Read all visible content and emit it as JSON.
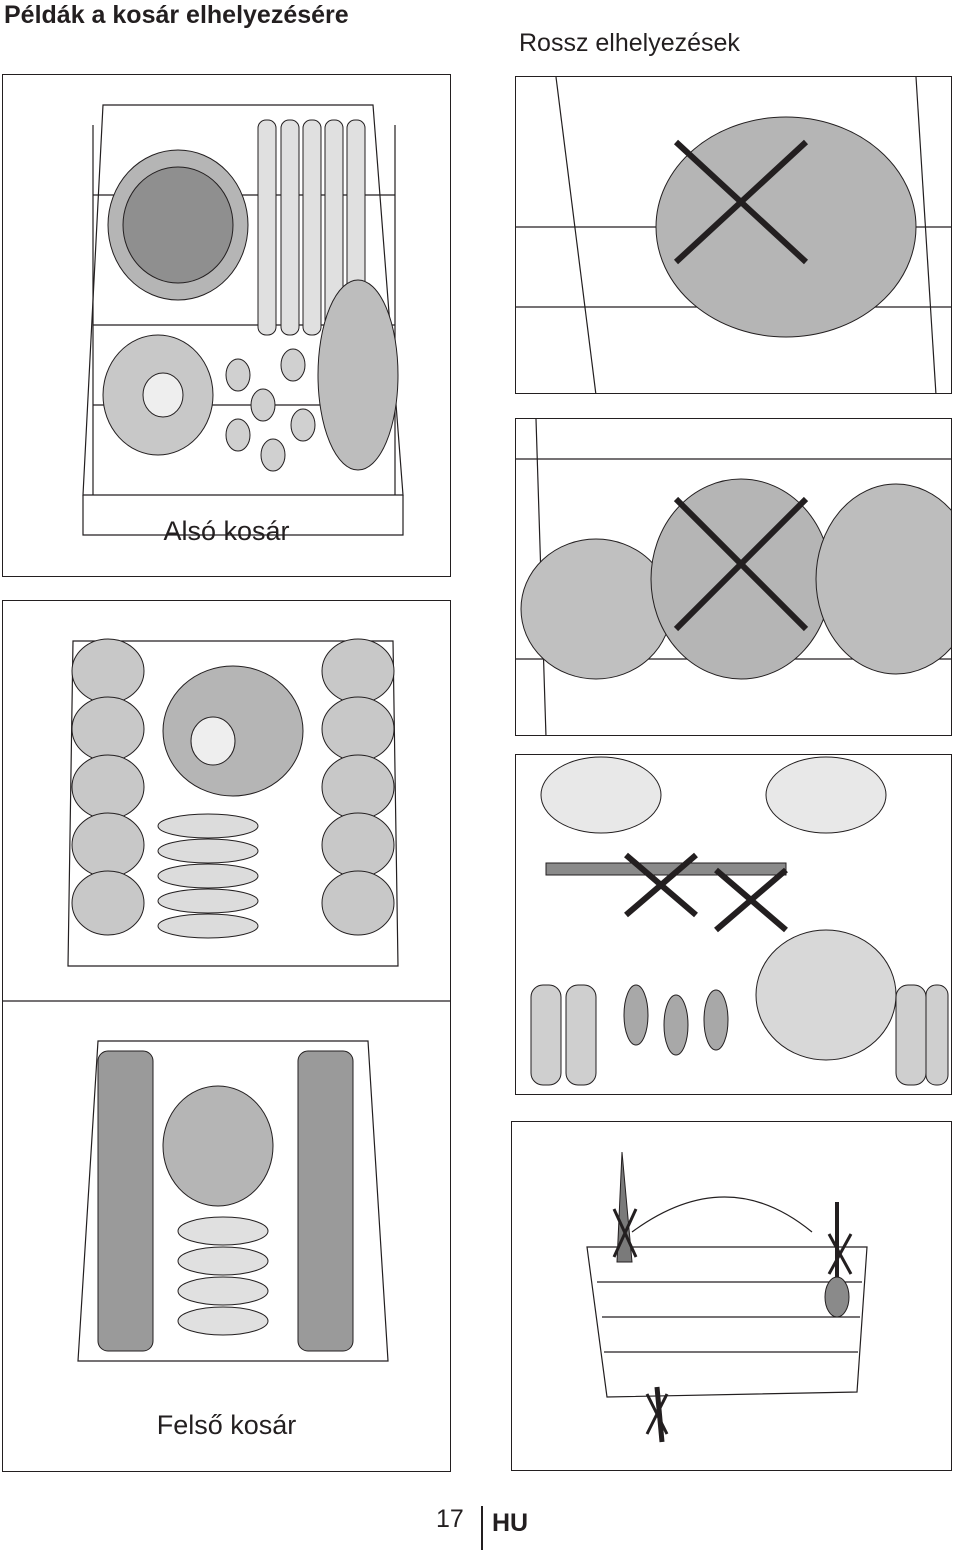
{
  "header": {
    "title": "Példák a kosár elhelyezésére",
    "wrong_title": "Rossz elhelyezések"
  },
  "panels": {
    "lower_basket_label": "Alsó kosár",
    "upper_basket_label": "Felső kosár"
  },
  "footer": {
    "page_number": "17",
    "language": "HU"
  },
  "icons": {
    "wrong_mark": "cross-mark-icon"
  },
  "colors": {
    "ink": "#231f20",
    "dish_fill": "#b5b5b5",
    "dish_light": "#e6e6e6"
  }
}
